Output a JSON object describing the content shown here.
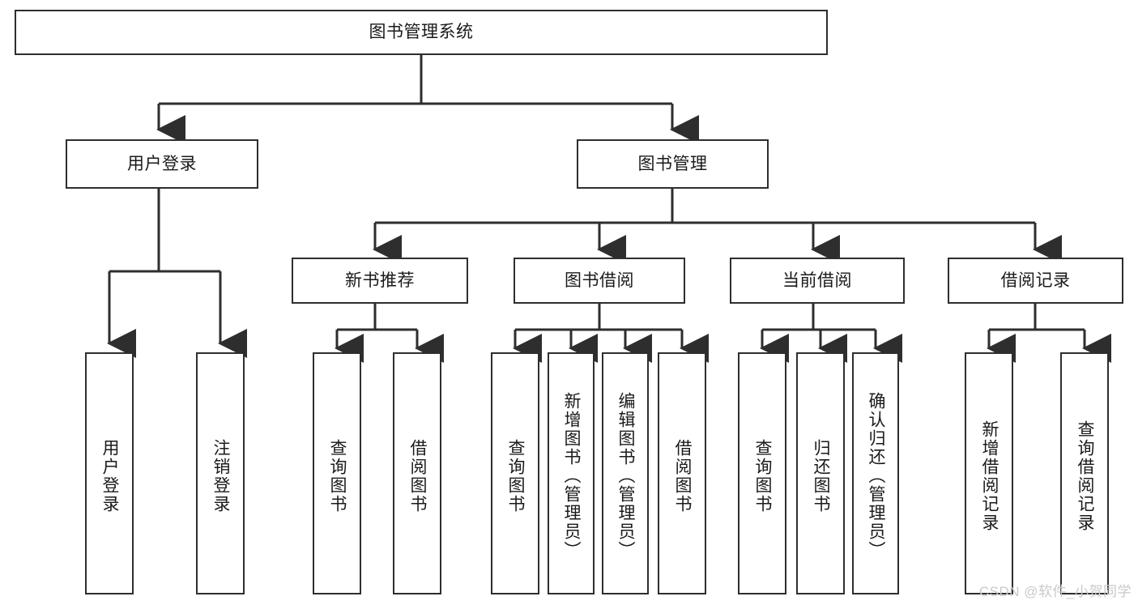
{
  "diagram": {
    "title": "图书管理系统",
    "watermark": "CSDN @软件_小贺同学",
    "type": "tree-hierarchy",
    "nodes": {
      "root": {
        "label": "图书管理系统"
      },
      "level2": [
        {
          "id": "user-login",
          "label": "用户登录"
        },
        {
          "id": "book-manage",
          "label": "图书管理"
        }
      ],
      "level3": [
        {
          "id": "new-book-rec",
          "label": "新书推荐"
        },
        {
          "id": "book-borrow",
          "label": "图书借阅"
        },
        {
          "id": "current-borrow",
          "label": "当前借阅"
        },
        {
          "id": "borrow-record",
          "label": "借阅记录"
        }
      ],
      "leaves": {
        "user-login": [
          {
            "id": "leaf-user-login",
            "label": "用户登录"
          },
          {
            "id": "leaf-logout-login",
            "label": "注销登录"
          }
        ],
        "new-book-rec": [
          {
            "id": "leaf-query-book-1",
            "label": "查询图书"
          },
          {
            "id": "leaf-borrow-book-1",
            "label": "借阅图书"
          }
        ],
        "book-borrow": [
          {
            "id": "leaf-query-book-2",
            "label": "查询图书"
          },
          {
            "id": "leaf-add-book",
            "label": "新增图书（管理员）"
          },
          {
            "id": "leaf-edit-book",
            "label": "编辑图书（管理员）"
          },
          {
            "id": "leaf-borrow-book-2",
            "label": "借阅图书"
          }
        ],
        "current-borrow": [
          {
            "id": "leaf-query-book-3",
            "label": "查询图书"
          },
          {
            "id": "leaf-return-book",
            "label": "归还图书"
          },
          {
            "id": "leaf-confirm-return",
            "label": "确认归还（管理员）"
          }
        ],
        "borrow-record": [
          {
            "id": "leaf-add-record",
            "label": "新增借阅记录"
          },
          {
            "id": "leaf-query-record",
            "label": "查询借阅记录"
          }
        ]
      }
    },
    "colors": {
      "stroke": "#2e2e2e",
      "background": "#ffffff",
      "text": "#1a1a1a",
      "watermark": "#c9c9c9"
    }
  }
}
